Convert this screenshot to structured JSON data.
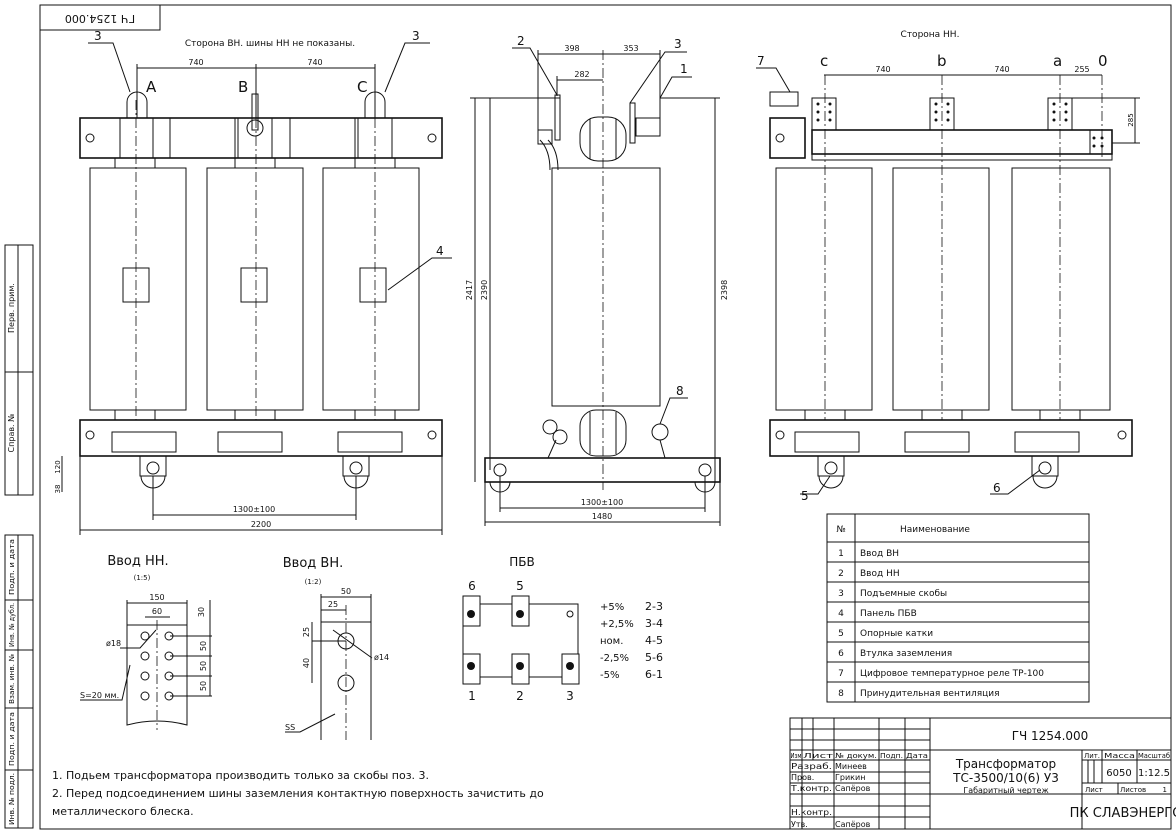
{
  "stamp_number": "ГЧ 1254.000",
  "views": {
    "vn_side_title": "Сторона ВН. шины НН не показаны.",
    "nn_side_title": "Сторона НН.",
    "phase_labels_vn": [
      "A",
      "B",
      "C"
    ],
    "phase_labels_nn": [
      "c",
      "b",
      "a",
      "0"
    ]
  },
  "dimensions": {
    "phase_spacing": "740",
    "nn_neutral": "255",
    "nn_height": "285",
    "side_398": "398",
    "side_353": "353",
    "side_282": "282",
    "h_2417": "2417",
    "h_2390": "2390",
    "h_2398": "2398",
    "wheelbase": "1300±100",
    "length": "2200",
    "width": "1480",
    "h_120": "120",
    "h_38": "38"
  },
  "callouts": [
    "1",
    "2",
    "3",
    "4",
    "5",
    "6",
    "7",
    "8"
  ],
  "details": {
    "lv_title": "Ввод НН.",
    "lv_scale": "(1:5)",
    "lv_dims": [
      "150",
      "60",
      "30",
      "50",
      "50",
      "50"
    ],
    "lv_hole": "ø18",
    "lv_thickness": "S=20 мм.",
    "hv_title": "Ввод ВН.",
    "hv_scale": "(1:2)",
    "hv_dims": [
      "50",
      "25",
      "25",
      "40"
    ],
    "hv_hole": "ø14",
    "hv_mark": "SS"
  },
  "pbv": {
    "title": "ПБВ",
    "terminals_top": [
      "6",
      "5"
    ],
    "terminals_bottom": [
      "1",
      "2",
      "3"
    ],
    "taps": [
      {
        "level": "+5%",
        "connection": "2-3"
      },
      {
        "level": "+2,5%",
        "connection": "3-4"
      },
      {
        "level": "ном.",
        "connection": "4-5"
      },
      {
        "level": "-2,5%",
        "connection": "5-6"
      },
      {
        "level": "-5%",
        "connection": "6-1"
      }
    ]
  },
  "table": {
    "headers": [
      "№",
      "Наименование"
    ],
    "rows": [
      [
        "1",
        "Ввод ВН"
      ],
      [
        "2",
        "Ввод НН"
      ],
      [
        "3",
        "Подъемные скобы"
      ],
      [
        "4",
        "Панель ПБВ"
      ],
      [
        "5",
        "Опорные катки"
      ],
      [
        "6",
        "Втулка заземления"
      ],
      [
        "7",
        "Цифровое температурное реле ТР-100"
      ],
      [
        "8",
        "Принудительная вентиляция"
      ]
    ]
  },
  "notes": [
    "1. Подьем трансформатора производить только за скобы поз. 3.",
    "2. Перед подсоединением шины заземления контактную поверхность зачистить до",
    "металлического блеска."
  ],
  "title_block": {
    "doc_number": "ГЧ 1254.000",
    "header_cols": [
      "Изм",
      "Лист",
      "№ докум.",
      "Подп.",
      "Дата"
    ],
    "roles": [
      {
        "role": "Разраб.",
        "name": "Минеев"
      },
      {
        "role": "Пров.",
        "name": "Грикин"
      },
      {
        "role": "Т.контр.",
        "name": "Сапёров"
      },
      {
        "role": "Н.контр.",
        "name": ""
      },
      {
        "role": "Утв.",
        "name": "Сапёров"
      }
    ],
    "title_line1": "Трансформатор",
    "title_line2": "ТС-3500/10(6) У3",
    "title_line3": "Габаритный чертеж",
    "lit_label": "Лит.",
    "mass_label": "Масса",
    "scale_label": "Масштаб",
    "mass": "6050",
    "scale": "1:12.5",
    "sheet_label": "Лист",
    "sheets_label": "Листов",
    "sheets": "1",
    "company": "ПК СЛАВЭНЕРГО"
  },
  "side_strip": [
    "Перв. прим.",
    "Справ. №",
    "Подп. и дата",
    "Инв. № дубл.",
    "Взам. инв. №",
    "Подп. и дата",
    "Инв. № подл."
  ]
}
